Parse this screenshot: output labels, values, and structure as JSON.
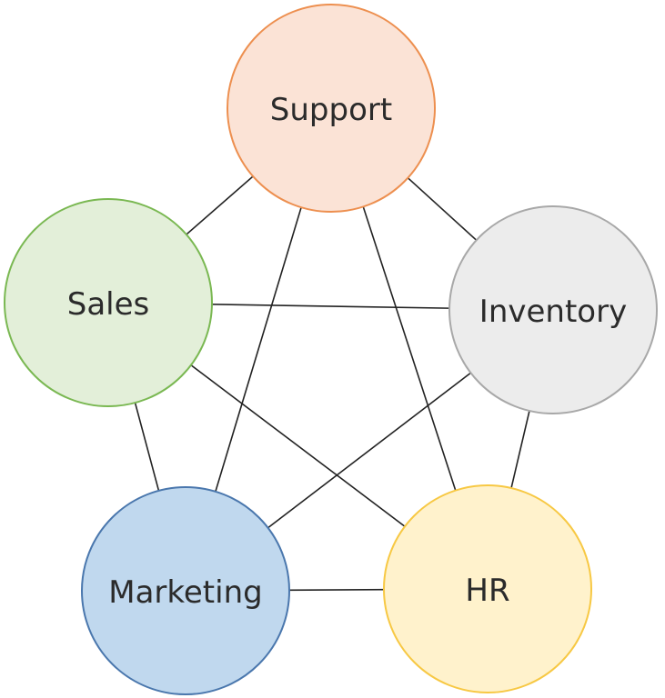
{
  "nodes": [
    {
      "id": "support",
      "label": "Support",
      "fill": "#fbe3d6",
      "stroke": "#ed8f4f"
    },
    {
      "id": "sales",
      "label": "Sales",
      "fill": "#e3efd9",
      "stroke": "#7ab852"
    },
    {
      "id": "inventory",
      "label": "Inventory",
      "fill": "#ececec",
      "stroke": "#a8a8a8"
    },
    {
      "id": "marketing",
      "label": "Marketing",
      "fill": "#c0d8ee",
      "stroke": "#4a77ad"
    },
    {
      "id": "hr",
      "label": "HR",
      "fill": "#fff2cc",
      "stroke": "#f7c843"
    }
  ],
  "edges": [
    [
      "support",
      "sales"
    ],
    [
      "support",
      "inventory"
    ],
    [
      "support",
      "marketing"
    ],
    [
      "support",
      "hr"
    ],
    [
      "sales",
      "inventory"
    ],
    [
      "sales",
      "marketing"
    ],
    [
      "sales",
      "hr"
    ],
    [
      "inventory",
      "marketing"
    ],
    [
      "inventory",
      "hr"
    ],
    [
      "marketing",
      "hr"
    ]
  ]
}
